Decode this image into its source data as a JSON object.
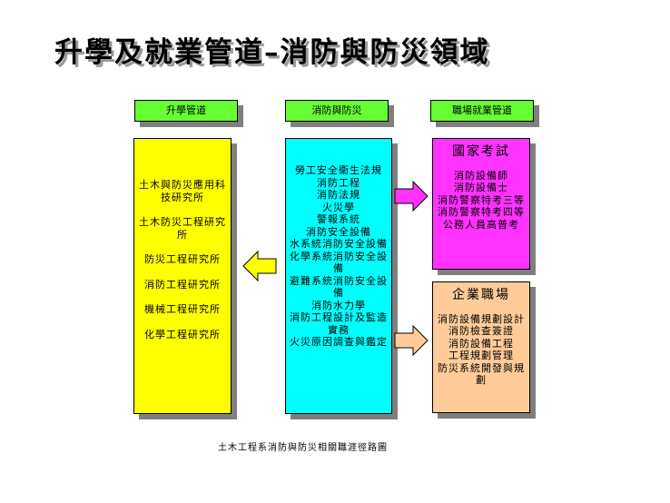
{
  "title": "升學及就業管道–消防與防災領域",
  "headers": {
    "left": "升學管道",
    "middle": "消防與防災",
    "right": "職場就業管道"
  },
  "left_box": {
    "items": [
      "土木與防災應用科技研究所",
      "土木防災工程研究所",
      "防災工程研究所",
      "消防工程研究所",
      "機械工程研究所",
      "化學工程研究所"
    ]
  },
  "middle_box": {
    "items": [
      "勞工安全衛生法規",
      "消防工程",
      "消防法規",
      "火災學",
      "警報系統",
      "消防安全設備",
      "水系統消防安全設備",
      "化學系統消防安全設備",
      "避難系統消防安全設備",
      "消防水力學",
      "消防工程設計及監造實務",
      "火災原因調查與鑑定"
    ]
  },
  "national_exam": {
    "title": "國家考試",
    "items": [
      "消防設備師",
      "消防設備士",
      "消防警察特考三等",
      "消防警察特考四等",
      "公務人員高普考"
    ]
  },
  "enterprise": {
    "title": "企業職場",
    "items": [
      "消防設備規劃設計",
      "消防檢查簽證",
      "消防設備工程",
      "工程規劃管理",
      "防災系統開發與規劃"
    ]
  },
  "caption": "土木工程系消防與防災相關職涯徑路圖",
  "colors": {
    "header_green": "#66ff33",
    "left_yellow": "#ffff00",
    "middle_cyan": "#00ffff",
    "exam_pink": "#ff33ff",
    "enterprise_orange": "#ffcc99",
    "arrow_left": "#ffff00",
    "arrow_pink": "#ff33ff",
    "arrow_orange": "#ffcc99",
    "shadow": "#7f7f7f"
  },
  "icons": {
    "arrow_left": "left-arrow-icon",
    "arrow_right_pink": "right-arrow-icon",
    "arrow_right_orange": "right-arrow-icon"
  }
}
